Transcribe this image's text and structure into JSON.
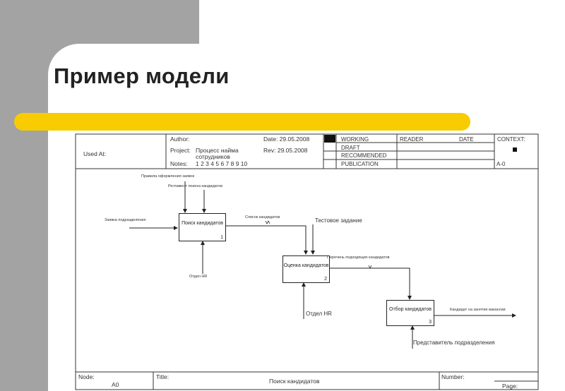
{
  "slide": {
    "title": "Пример модели"
  },
  "idef0": {
    "header": {
      "used_at": "Used At:",
      "author": "Author:",
      "project_label": "Project:",
      "project_value": "Процесс найма сотрудников",
      "notes_label": "Notes:",
      "notes_value": "1 2 3 4 5 6 7 8 9 10",
      "date": "Date: 29.05.2008",
      "rev": "Rev: 29.05.2008",
      "status": [
        "WORKING",
        "DRAFT",
        "RECOMMENDED",
        "PUBLICATION"
      ],
      "reader": "READER",
      "date_col": "DATE",
      "context": "CONTEXT:",
      "context_node": "A-0"
    },
    "boxes": [
      {
        "label": "Поиск кандидатов",
        "number": "1"
      },
      {
        "label": "Оценка кандидатов",
        "number": "2"
      },
      {
        "label": "Отбор кандидатов",
        "number": "3"
      }
    ],
    "arrows": {
      "control_rules": "Правила оформления заявок",
      "control_reglament": "Регламент поиска кандидатов",
      "input_request": "Заявка подразделения",
      "mech_hr_1": "Отдел HR",
      "candidates_list": "Список кандидатов",
      "test_task": "Тестовое задание",
      "mech_hr_2": "Отдел HR",
      "suitable_list": "Перечень подходящих кандидатов",
      "output_candidate": "Кандидат на занятие вакансии",
      "mech_dept": "Представитель подразделения"
    },
    "footer": {
      "node_label": "Node:",
      "node_value": "A0",
      "title_label": "Title:",
      "title_value": "Поиск кандидатов",
      "number_label": "Number:",
      "page_label": "Page:"
    }
  }
}
